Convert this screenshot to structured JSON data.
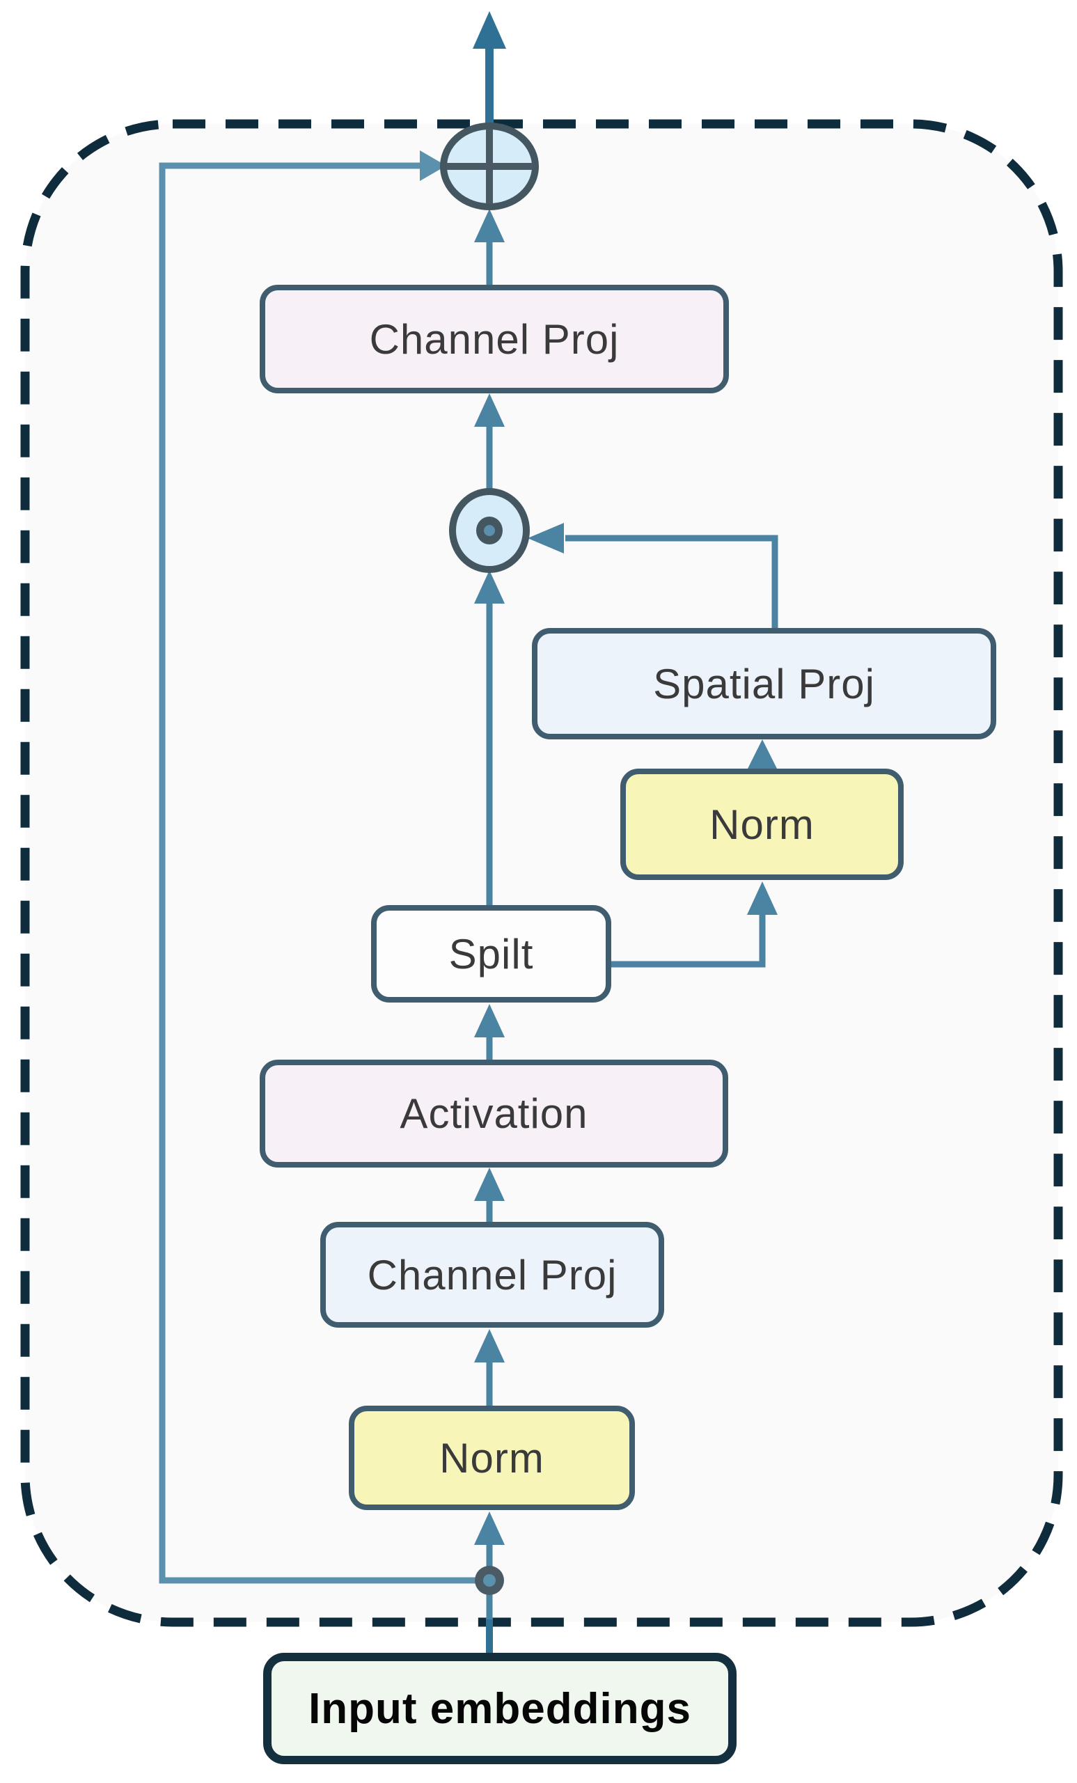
{
  "diagram": {
    "type": "flowchart-block-diagram",
    "nodes": [
      {
        "id": "channel-proj-top",
        "label": "Channel Proj",
        "fill": "#F8F0F7"
      },
      {
        "id": "spatial-proj",
        "label": "Spatial Proj",
        "fill": "#EDF3FA"
      },
      {
        "id": "norm-right",
        "label": "Norm",
        "fill": "#F8F5B8"
      },
      {
        "id": "spilt",
        "label": "Spilt",
        "fill": "#FDFDFE"
      },
      {
        "id": "activation",
        "label": "Activation",
        "fill": "#F7F0F7"
      },
      {
        "id": "channel-proj-bottom",
        "label": "Channel Proj",
        "fill": "#EDF3FA"
      },
      {
        "id": "norm-bottom",
        "label": "Norm",
        "fill": "#F8F5B8"
      },
      {
        "id": "input-embeddings",
        "label": "Input embeddings",
        "fill": "#EFF7EE"
      }
    ],
    "operators": [
      {
        "id": "add-operator",
        "symbol": "circled-plus"
      },
      {
        "id": "multiply-operator",
        "symbol": "circled-dot"
      }
    ],
    "edges": [
      {
        "from": "input-embeddings",
        "to": "norm-bottom"
      },
      {
        "from": "norm-bottom",
        "to": "channel-proj-bottom"
      },
      {
        "from": "channel-proj-bottom",
        "to": "activation"
      },
      {
        "from": "activation",
        "to": "spilt"
      },
      {
        "from": "spilt",
        "to": "multiply-operator"
      },
      {
        "from": "spilt",
        "to": "norm-right"
      },
      {
        "from": "norm-right",
        "to": "spatial-proj"
      },
      {
        "from": "spatial-proj",
        "to": "multiply-operator"
      },
      {
        "from": "multiply-operator",
        "to": "channel-proj-top"
      },
      {
        "from": "channel-proj-top",
        "to": "add-operator"
      },
      {
        "from": "input-embeddings",
        "to": "add-operator",
        "via": "skip-connection"
      },
      {
        "from": "add-operator",
        "to": "output"
      }
    ],
    "colors": {
      "arrow": "#4B83A3",
      "skip_line": "#5C91AE",
      "output_arrow": "#2F7195",
      "box_border": "#3F5D6E",
      "input_box_border": "#14303F",
      "dashed_container_border": "#0F2C3D",
      "container_fill": "#FAFAFB",
      "operator_fill": "#D7ECF9",
      "operator_border": "#44565F",
      "fill_pink": "#F8F0F7",
      "fill_blue": "#EDF3FA",
      "fill_yellow": "#F8F5B8",
      "fill_white": "#FDFDFE",
      "fill_green": "#EFF7EE",
      "label_text": "#3A3A3A"
    }
  }
}
